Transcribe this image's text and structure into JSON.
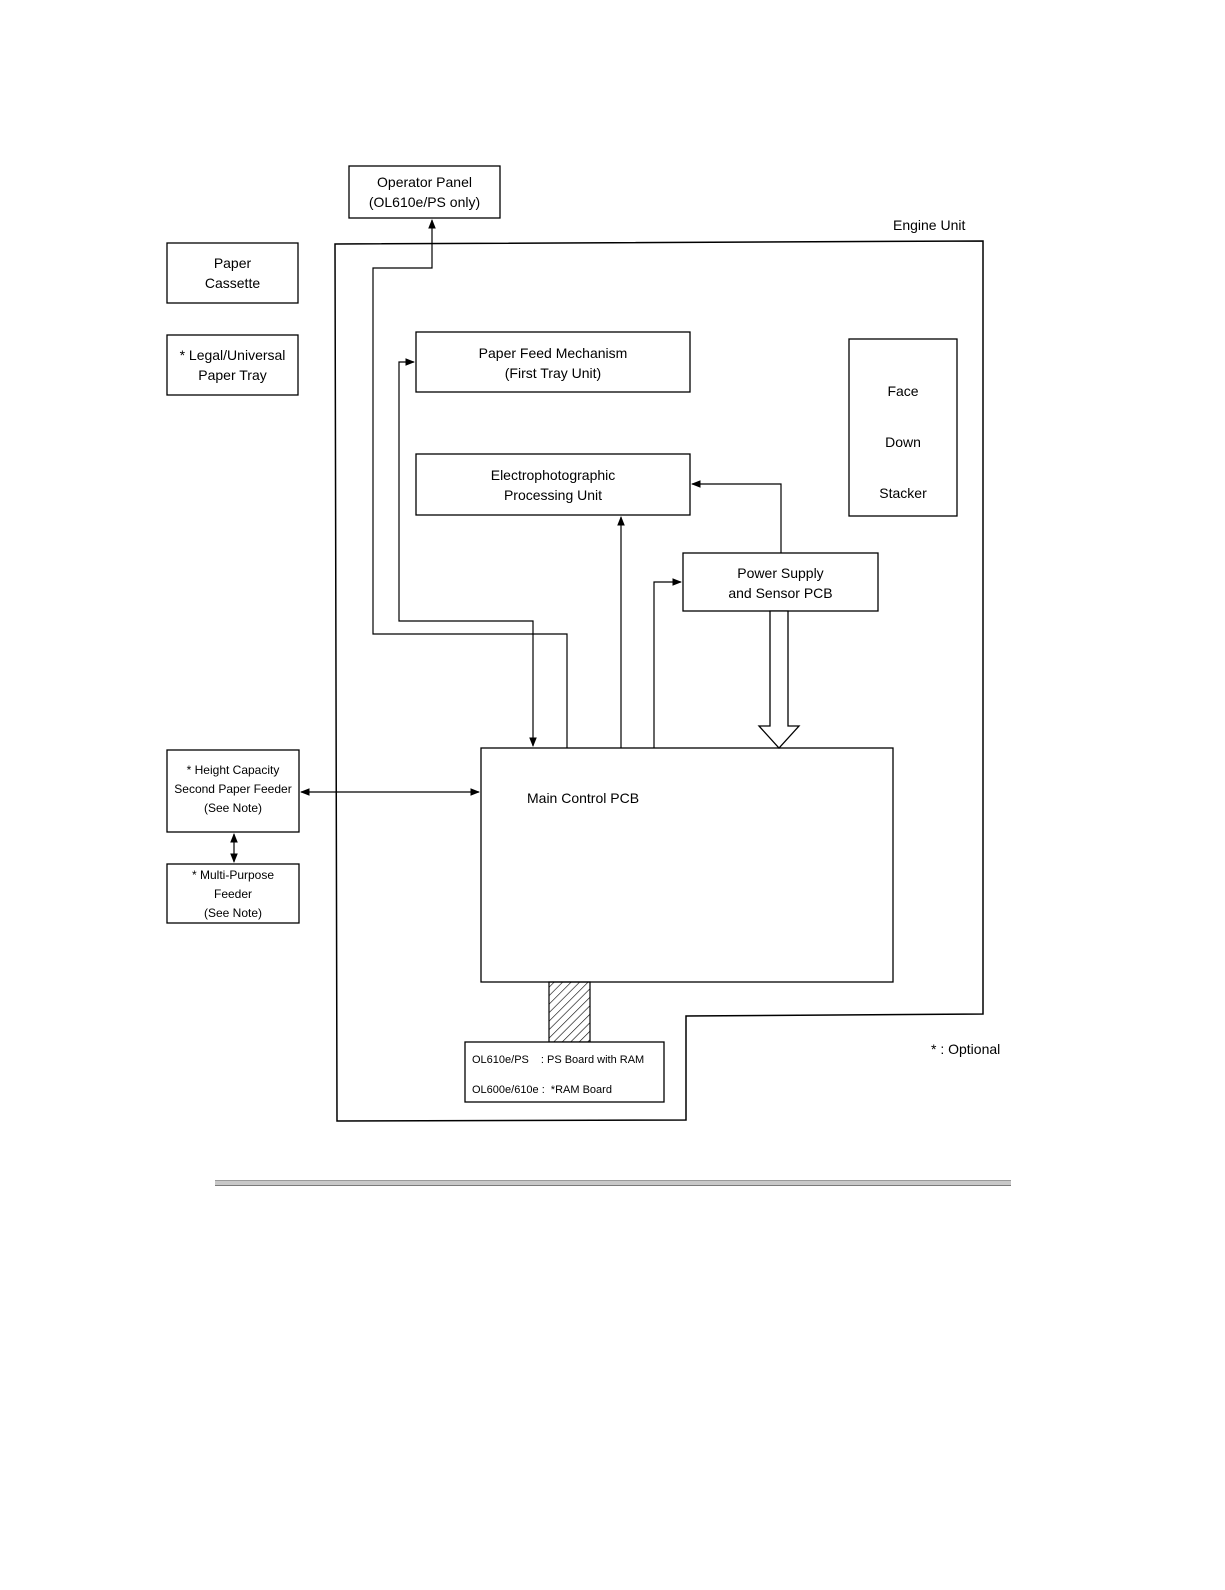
{
  "diagram": {
    "engine_unit_label": "Engine Unit",
    "operator_panel": [
      "Operator Panel",
      "(OL610e/PS only)"
    ],
    "paper_cassette": [
      "Paper",
      "Cassette"
    ],
    "legal_tray": [
      "* Legal/Universal",
      "Paper Tray"
    ],
    "paper_feed": [
      "Paper Feed Mechanism",
      "(First Tray Unit)"
    ],
    "electrophotographic": [
      "Electrophotographic",
      "Processing Unit"
    ],
    "face_down_stacker": [
      "Face",
      "Down",
      "Stacker"
    ],
    "power_supply": [
      "Power Supply",
      "and Sensor PCB"
    ],
    "second_feeder": [
      "* Height Capacity",
      "Second Paper Feeder",
      "(See Note)"
    ],
    "multi_purpose": [
      "* Multi-Purpose",
      "Feeder",
      "(See Note)"
    ],
    "main_control": "Main Control PCB",
    "ps_board": [
      "OL610e/PS",
      ":  PS Board with RAM"
    ],
    "ram_board": [
      "OL600e/610e :",
      "*RAM Board"
    ],
    "optional_note": "* :  Optional"
  }
}
